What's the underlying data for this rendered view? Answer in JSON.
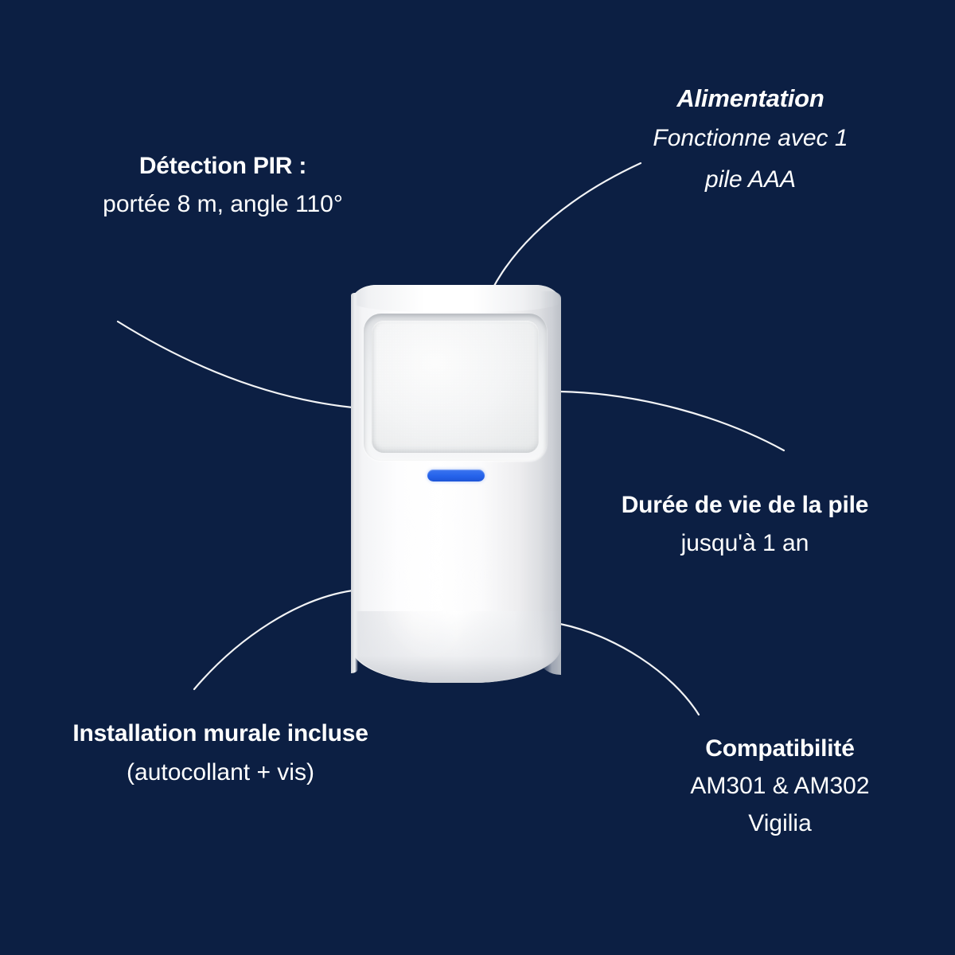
{
  "theme": {
    "background_color": "#0c1f43",
    "text_color": "#ffffff",
    "led_color": "#2563eb",
    "device_color": "#ffffff",
    "leader_line_color": "#ffffff"
  },
  "product": {
    "device_name": "pir-motion-sensor",
    "led_indicator_label": "blue status LED"
  },
  "callouts": [
    {
      "id": "detection",
      "title": "Détection PIR :",
      "lines": [
        "portée 8 m, angle 110°"
      ],
      "style": "bold-title",
      "italic": false
    },
    {
      "id": "power",
      "title": "Alimentation",
      "lines": [
        "Fonctionne avec 1",
        "pile AAA"
      ],
      "style": "bold-title",
      "italic": true
    },
    {
      "id": "battery-life",
      "title": "Durée de vie de la pile",
      "lines": [
        "jusqu'à 1 an"
      ],
      "style": "bold-title",
      "italic": false
    },
    {
      "id": "mounting",
      "title": "Installation murale incluse",
      "lines": [
        "(autocollant + vis)"
      ],
      "style": "bold-title",
      "italic": false
    },
    {
      "id": "compatibility",
      "title": "Compatibilité",
      "lines": [
        "AM301 & AM302",
        "Vigilia"
      ],
      "style": "bold-title",
      "italic": false
    }
  ]
}
